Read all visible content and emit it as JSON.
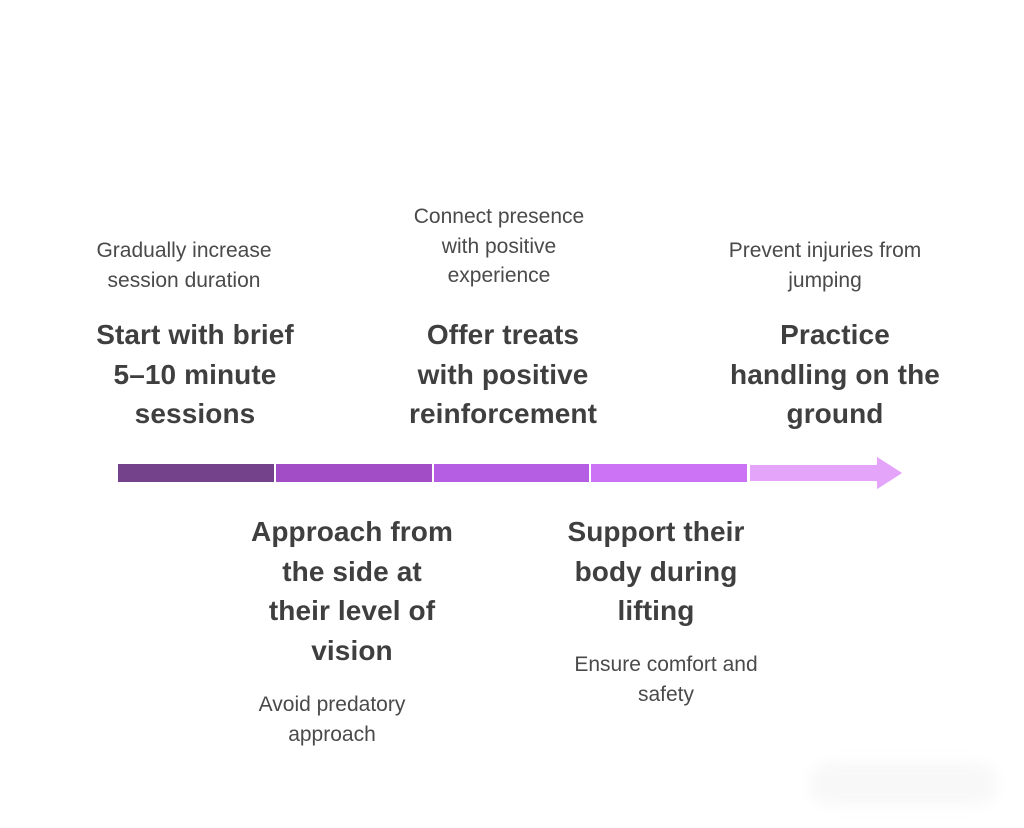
{
  "steps": [
    {
      "title": "Start with brief\n5–10 minute\nsessions",
      "description": "Gradually increase\nsession duration",
      "color": "#74418b"
    },
    {
      "title": "Approach from\nthe side at\ntheir level of\nvision",
      "description": "Avoid predatory\napproach",
      "color": "#a24dc6"
    },
    {
      "title": "Offer treats\nwith positive\nreinforcement",
      "description": "Connect presence\nwith positive\nexperience",
      "color": "#b55ee3"
    },
    {
      "title": "Support their\nbody during\nlifting",
      "description": "Ensure comfort and\nsafety",
      "color": "#cc73f5"
    },
    {
      "title": "Practice\nhandling on the\nground",
      "description": "Prevent injuries from\njumping",
      "color": "#e3a4f9"
    }
  ]
}
